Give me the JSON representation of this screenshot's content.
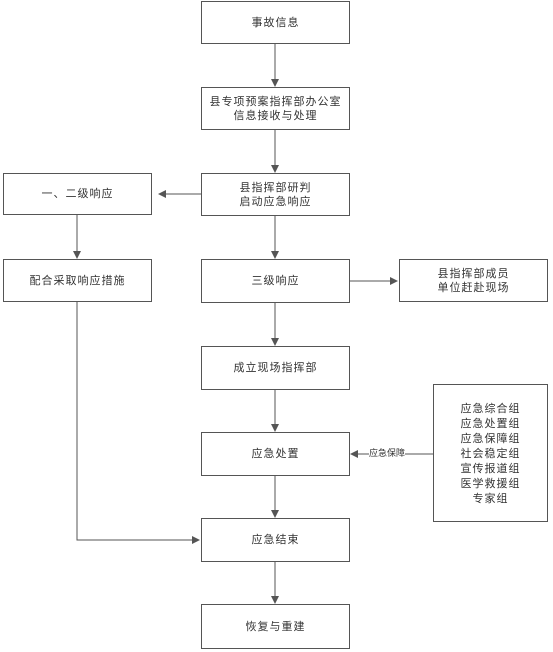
{
  "nodes": {
    "incident_info": "事故信息",
    "office_process": "县专项预案指挥部办公室\n信息接收与处理",
    "judge_start": "县指挥部研判\n启动应急响应",
    "level12": "一、二级响应",
    "cooperate": "配合采取响应措施",
    "level3": "三级响应",
    "members_go": "县指挥部成员\n单位赶赴现场",
    "field_command": "成立现场指挥部",
    "handling": "应急处置",
    "groups": "应急综合组\n应急处置组\n应急保障组\n社会稳定组\n宣传报道组\n医学救援组\n专家组",
    "end": "应急结束",
    "rebuild": "恢复与重建"
  },
  "edges": {
    "support_label": "应急保障"
  },
  "colors": {
    "line": "#555555",
    "text": "#333333"
  }
}
